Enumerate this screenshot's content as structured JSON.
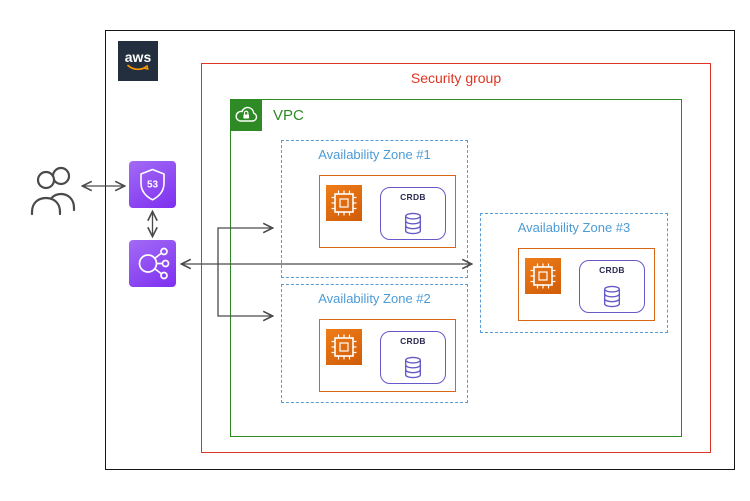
{
  "colors": {
    "security_group_red": "#dd3522",
    "vpc_green": "#2e8a25",
    "az_blue": "#4d9bd5",
    "compute_orange": "#d86613",
    "db_purple": "#6659c8",
    "network_purple": "#8c4fff",
    "aws_navy": "#232f3e",
    "arrow_gray": "#4a4a4a"
  },
  "aws_cloud": {
    "logo_text": "aws",
    "security_group": {
      "label": "Security group"
    },
    "vpc": {
      "label": "VPC",
      "zones": [
        {
          "label": "Availability Zone #1",
          "db_label": "CRDB"
        },
        {
          "label": "Availability Zone #2",
          "db_label": "CRDB"
        },
        {
          "label": "Availability Zone #3",
          "db_label": "CRDB"
        }
      ]
    }
  },
  "external": {
    "route53_badge": "53"
  },
  "icons": {
    "users": "users-icon",
    "route53": "route53-shield-icon",
    "load_balancer": "load-balancer-icon",
    "vpc_cloud": "vpc-cloud-lock-icon",
    "ec2_chip": "ec2-chip-icon",
    "database": "database-cylinder-icon",
    "aws_smile": "aws-smile-icon"
  }
}
